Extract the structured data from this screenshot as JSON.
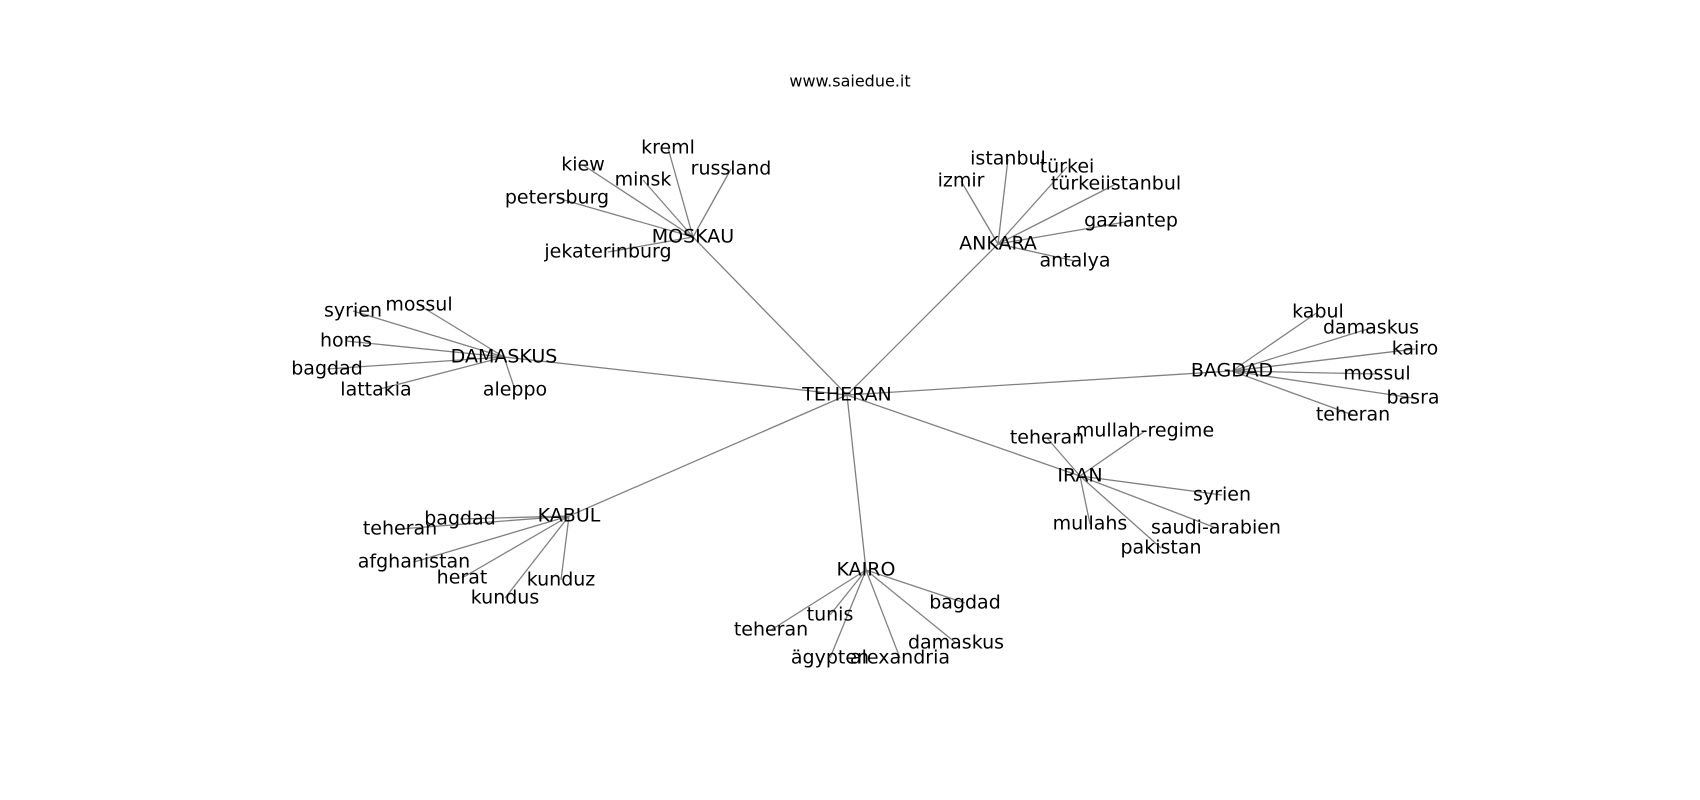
{
  "title": "www.saiedue.it",
  "center": "TEHERAN",
  "hubs": [
    {
      "name": "MOSKAU",
      "leaves": [
        "kreml",
        "kiew",
        "minsk",
        "russland",
        "petersburg",
        "jekaterinburg"
      ]
    },
    {
      "name": "ANKARA",
      "leaves": [
        "istanbul",
        "izmir",
        "türkei",
        "türkeiistanbul",
        "gaziantep",
        "antalya"
      ]
    },
    {
      "name": "DAMASKUS",
      "leaves": [
        "mossul",
        "syrien",
        "homs",
        "bagdad",
        "lattakia",
        "aleppo"
      ]
    },
    {
      "name": "BAGDAD",
      "leaves": [
        "kabul",
        "damaskus",
        "kairo",
        "mossul",
        "basra",
        "teheran"
      ]
    },
    {
      "name": "IRAN",
      "leaves": [
        "mullah-regime",
        "teheran",
        "syrien",
        "mullahs",
        "saudi-arabien",
        "pakistan"
      ]
    },
    {
      "name": "KABUL",
      "leaves": [
        "bagdad",
        "teheran",
        "afghanistan",
        "herat",
        "kunduz",
        "kundus"
      ]
    },
    {
      "name": "KAIRO",
      "leaves": [
        "bagdad",
        "tunis",
        "teheran",
        "damaskus",
        "ägypten",
        "alexandria"
      ]
    }
  ]
}
